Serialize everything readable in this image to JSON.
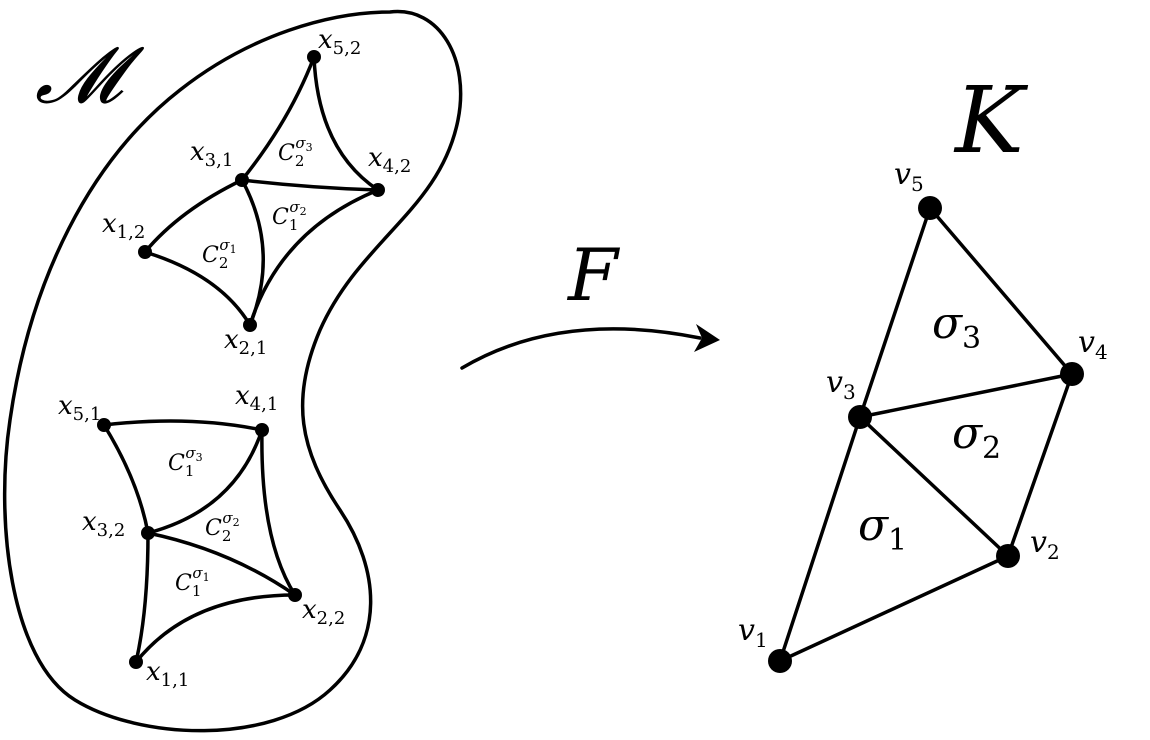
{
  "manifold": {
    "label": "𝓜",
    "upper_patch": {
      "vertices": [
        {
          "id": "x52",
          "label": "x",
          "sub": "5,2"
        },
        {
          "id": "x31",
          "label": "x",
          "sub": "3,1"
        },
        {
          "id": "x42",
          "label": "x",
          "sub": "4,2"
        },
        {
          "id": "x12",
          "label": "x",
          "sub": "1,2"
        },
        {
          "id": "x21",
          "label": "x",
          "sub": "2,1"
        }
      ],
      "cells": [
        {
          "base": "C",
          "sub": "2",
          "sup": "σ",
          "supsub": "3"
        },
        {
          "base": "C",
          "sub": "1",
          "sup": "σ",
          "supsub": "2"
        },
        {
          "base": "C",
          "sub": "2",
          "sup": "σ",
          "supsub": "1"
        }
      ]
    },
    "lower_patch": {
      "vertices": [
        {
          "id": "x51",
          "label": "x",
          "sub": "5,1"
        },
        {
          "id": "x41",
          "label": "x",
          "sub": "4,1"
        },
        {
          "id": "x32",
          "label": "x",
          "sub": "3,2"
        },
        {
          "id": "x22",
          "label": "x",
          "sub": "2,2"
        },
        {
          "id": "x11",
          "label": "x",
          "sub": "1,1"
        }
      ],
      "cells": [
        {
          "base": "C",
          "sub": "1",
          "sup": "σ",
          "supsub": "3"
        },
        {
          "base": "C",
          "sub": "2",
          "sup": "σ",
          "supsub": "2"
        },
        {
          "base": "C",
          "sub": "1",
          "sup": "σ",
          "supsub": "1"
        }
      ]
    }
  },
  "map": {
    "label": "F"
  },
  "complex": {
    "label": "K",
    "vertices": [
      {
        "id": "v1",
        "label": "v",
        "sub": "1"
      },
      {
        "id": "v2",
        "label": "v",
        "sub": "2"
      },
      {
        "id": "v3",
        "label": "v",
        "sub": "3"
      },
      {
        "id": "v4",
        "label": "v",
        "sub": "4"
      },
      {
        "id": "v5",
        "label": "v",
        "sub": "5"
      }
    ],
    "simplices": [
      {
        "base": "σ",
        "sub": "1"
      },
      {
        "base": "σ",
        "sub": "2"
      },
      {
        "base": "σ",
        "sub": "3"
      }
    ]
  }
}
